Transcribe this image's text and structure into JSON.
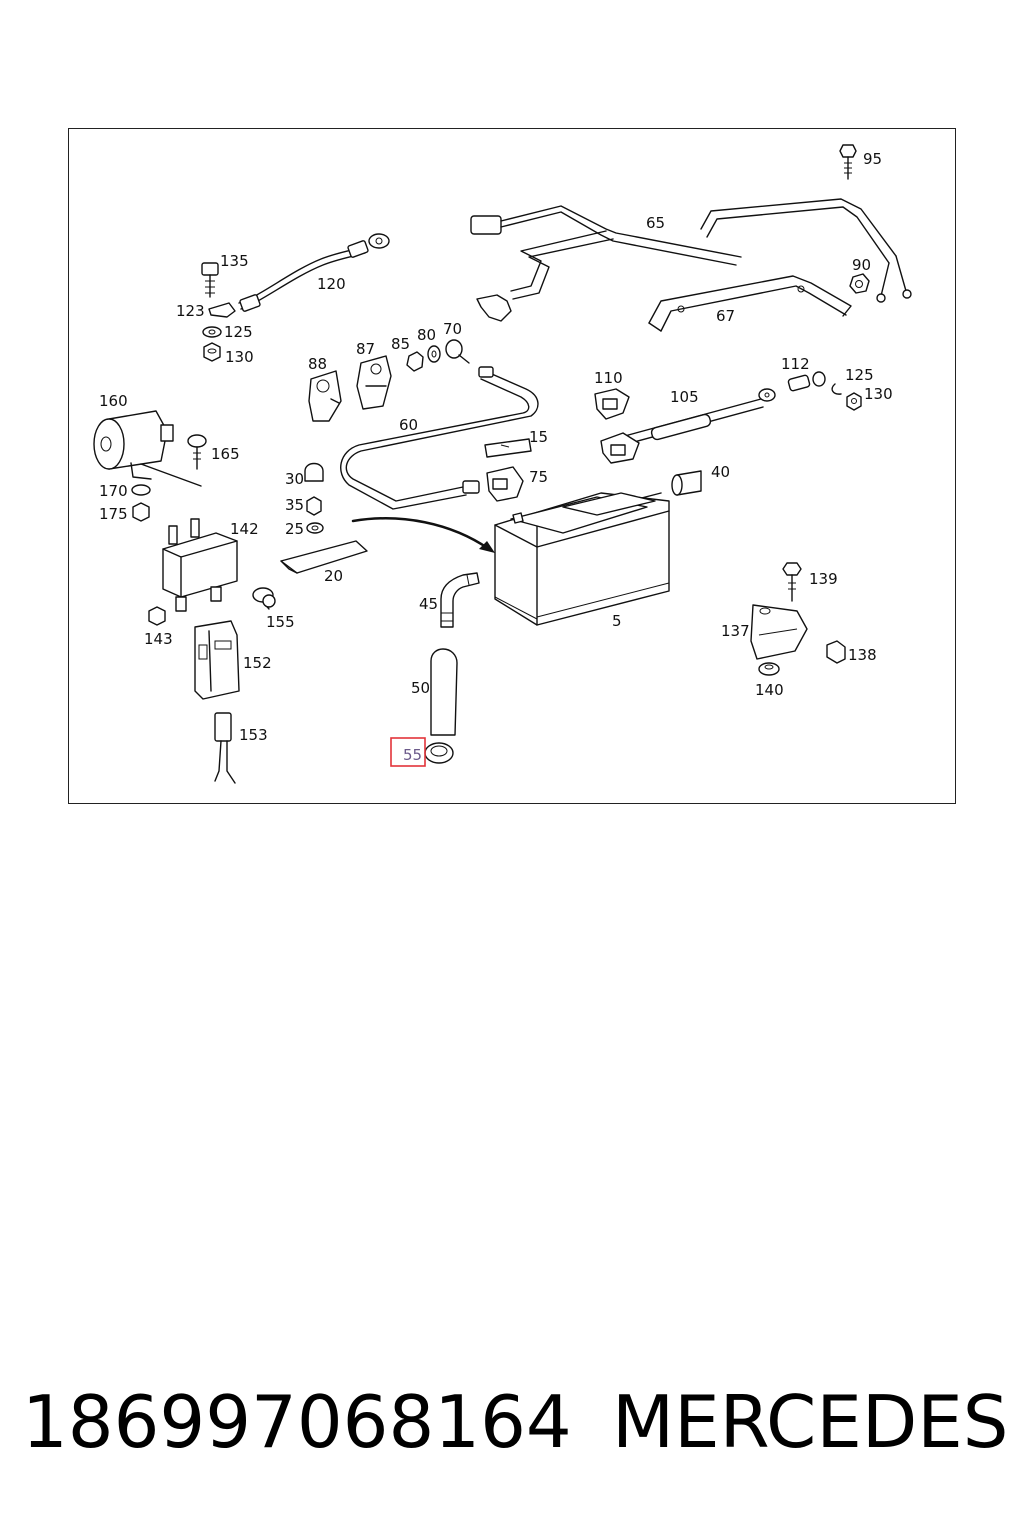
{
  "diagram": {
    "highlight_color": "#e2343a",
    "highlighted_label": "55",
    "labels": {
      "l95": "95",
      "l65": "65",
      "l90": "90",
      "l67": "67",
      "l135": "135",
      "l120": "120",
      "l123": "123",
      "l125a": "125",
      "l130a": "130",
      "l88": "88",
      "l87": "87",
      "l85": "85",
      "l80": "80",
      "l70": "70",
      "l110": "110",
      "l105": "105",
      "l112": "112",
      "l125b": "125",
      "l130b": "130",
      "l160": "160",
      "l165": "165",
      "l60": "60",
      "l15": "15",
      "l170": "170",
      "l175": "175",
      "l30": "30",
      "l75": "75",
      "l40": "40",
      "l35": "35",
      "l25": "25",
      "l142": "142",
      "l20": "20",
      "l45": "45",
      "l139": "139",
      "l5": "5",
      "l143": "143",
      "l155": "155",
      "l137": "137",
      "l138": "138",
      "l152": "152",
      "l50": "50",
      "l140": "140",
      "l153": "153",
      "l55": "55"
    }
  },
  "caption": {
    "part_number": "186997068164",
    "brand": "MERCEDES"
  }
}
